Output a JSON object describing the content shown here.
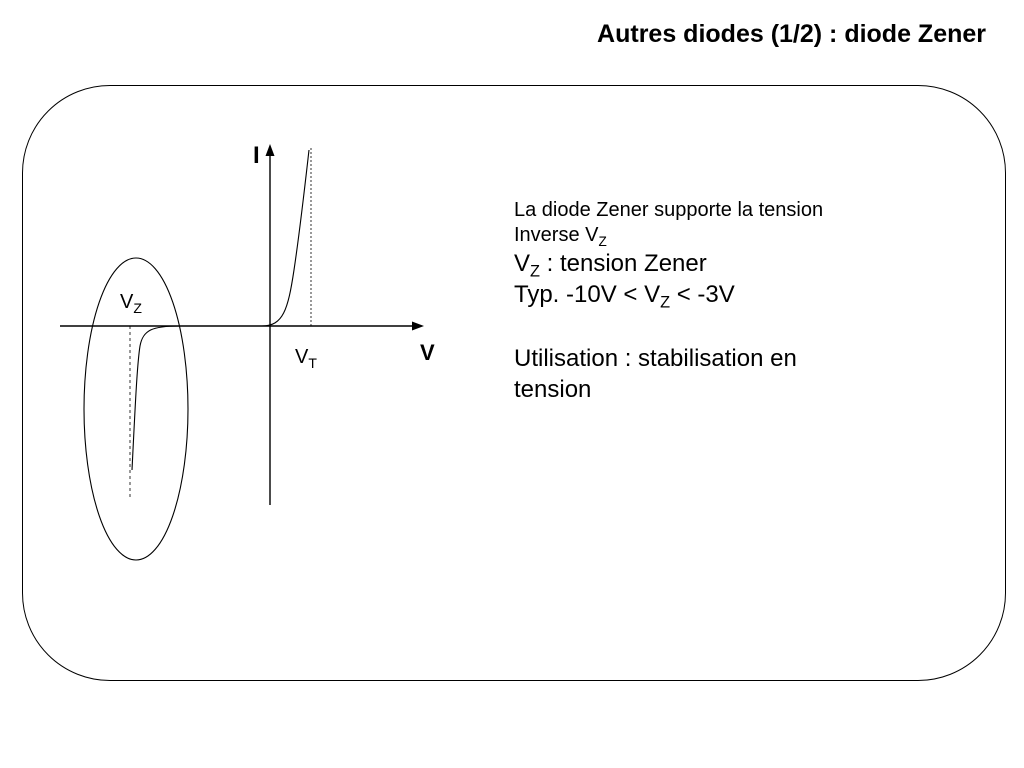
{
  "slide": {
    "title": "Autres diodes (1/2) : diode Zener"
  },
  "diagram": {
    "axis_current_label": "I",
    "axis_voltage_label": "V",
    "zener_voltage_label": {
      "main": "V",
      "sub": "Z"
    },
    "threshold_voltage_label": {
      "main": "V",
      "sub": "T"
    }
  },
  "description": {
    "line1": "La diode Zener supporte la tension",
    "line2_main": "Inverse V",
    "line2_sub": "Z",
    "line3_main": "V",
    "line3_sub": "Z",
    "line3_rest": " : tension Zener",
    "line4_main": "Typ. -10V < V",
    "line4_sub": "Z",
    "line4_rest": " < -3V",
    "line5": "Utilisation : stabilisation en",
    "line6": "tension"
  },
  "colors": {
    "stroke": "#000000",
    "background": "#ffffff"
  }
}
